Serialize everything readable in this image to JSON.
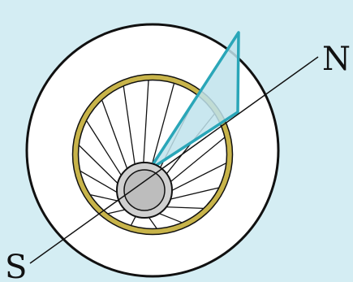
{
  "diagram": {
    "labels": {
      "north": "N",
      "south": "S"
    },
    "spoke_count": 18,
    "colors": {
      "background": "#d4edf3",
      "outer_ring_fill": "#ffffff",
      "outline": "#111111",
      "gold_ring": "#c8b44a",
      "inner_fill": "#ffffff",
      "hub_outer": "#d0d0d0",
      "hub_inner": "#bdbdbd",
      "beam_stroke": "#2aa6b8",
      "beam_fill": "#bfe3ec"
    },
    "icons": [
      "outer-ring",
      "gold-ring",
      "wheel-spokes",
      "hub",
      "north-south-axis",
      "light-beam"
    ]
  }
}
